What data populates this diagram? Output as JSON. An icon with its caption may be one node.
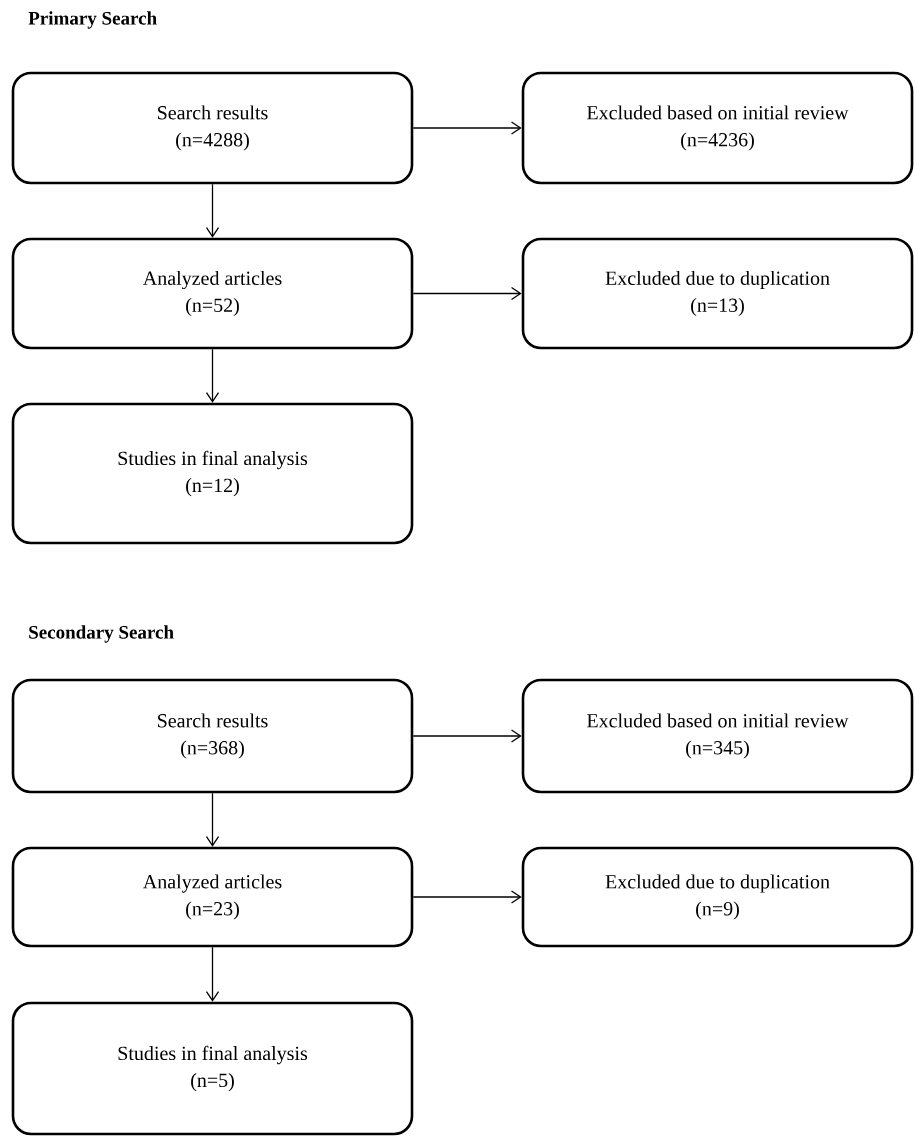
{
  "diagram": {
    "nodes": [
      {
        "text": [
          "Search results",
          "(n=4288)"
        ]
      },
      {
        "text": [
          "Excluded based on initial review",
          "(n=4236)"
        ]
      },
      {
        "text": [
          "Analyzed articles",
          "(n=52)"
        ]
      },
      {
        "text": [
          "Excluded due to duplication",
          "(n=13)"
        ]
      },
      {
        "text": [
          "Studies in final analysis",
          "(n=12)"
        ]
      },
      {
        "text": [
          "Search results",
          "(n=368)"
        ]
      },
      {
        "text": [
          "Excluded based on initial review",
          "(n=345)"
        ]
      },
      {
        "text": [
          "Analyzed articles",
          "(n=23)"
        ]
      },
      {
        "text": [
          "Excluded due to duplication",
          "(n=9)"
        ]
      },
      {
        "text": [
          "Studies in final analysis",
          "(n=5)"
        ]
      }
    ],
    "edges": [
      {
        "from": 0,
        "to": 1,
        "arrow": "to"
      },
      {
        "from": 0,
        "to": 2,
        "arrow": "to"
      },
      {
        "from": 2,
        "to": 3,
        "arrow": "to"
      },
      {
        "from": 2,
        "to": 4,
        "arrow": "to"
      },
      {
        "from": 5,
        "to": 6,
        "arrow": "to"
      },
      {
        "from": 5,
        "to": 7,
        "arrow": "to"
      },
      {
        "from": 7,
        "to": 8,
        "arrow": "to"
      },
      {
        "from": 7,
        "to": 9,
        "arrow": "to"
      }
    ],
    "labels": [
      "Primary Search",
      "Secondary Search"
    ]
  }
}
